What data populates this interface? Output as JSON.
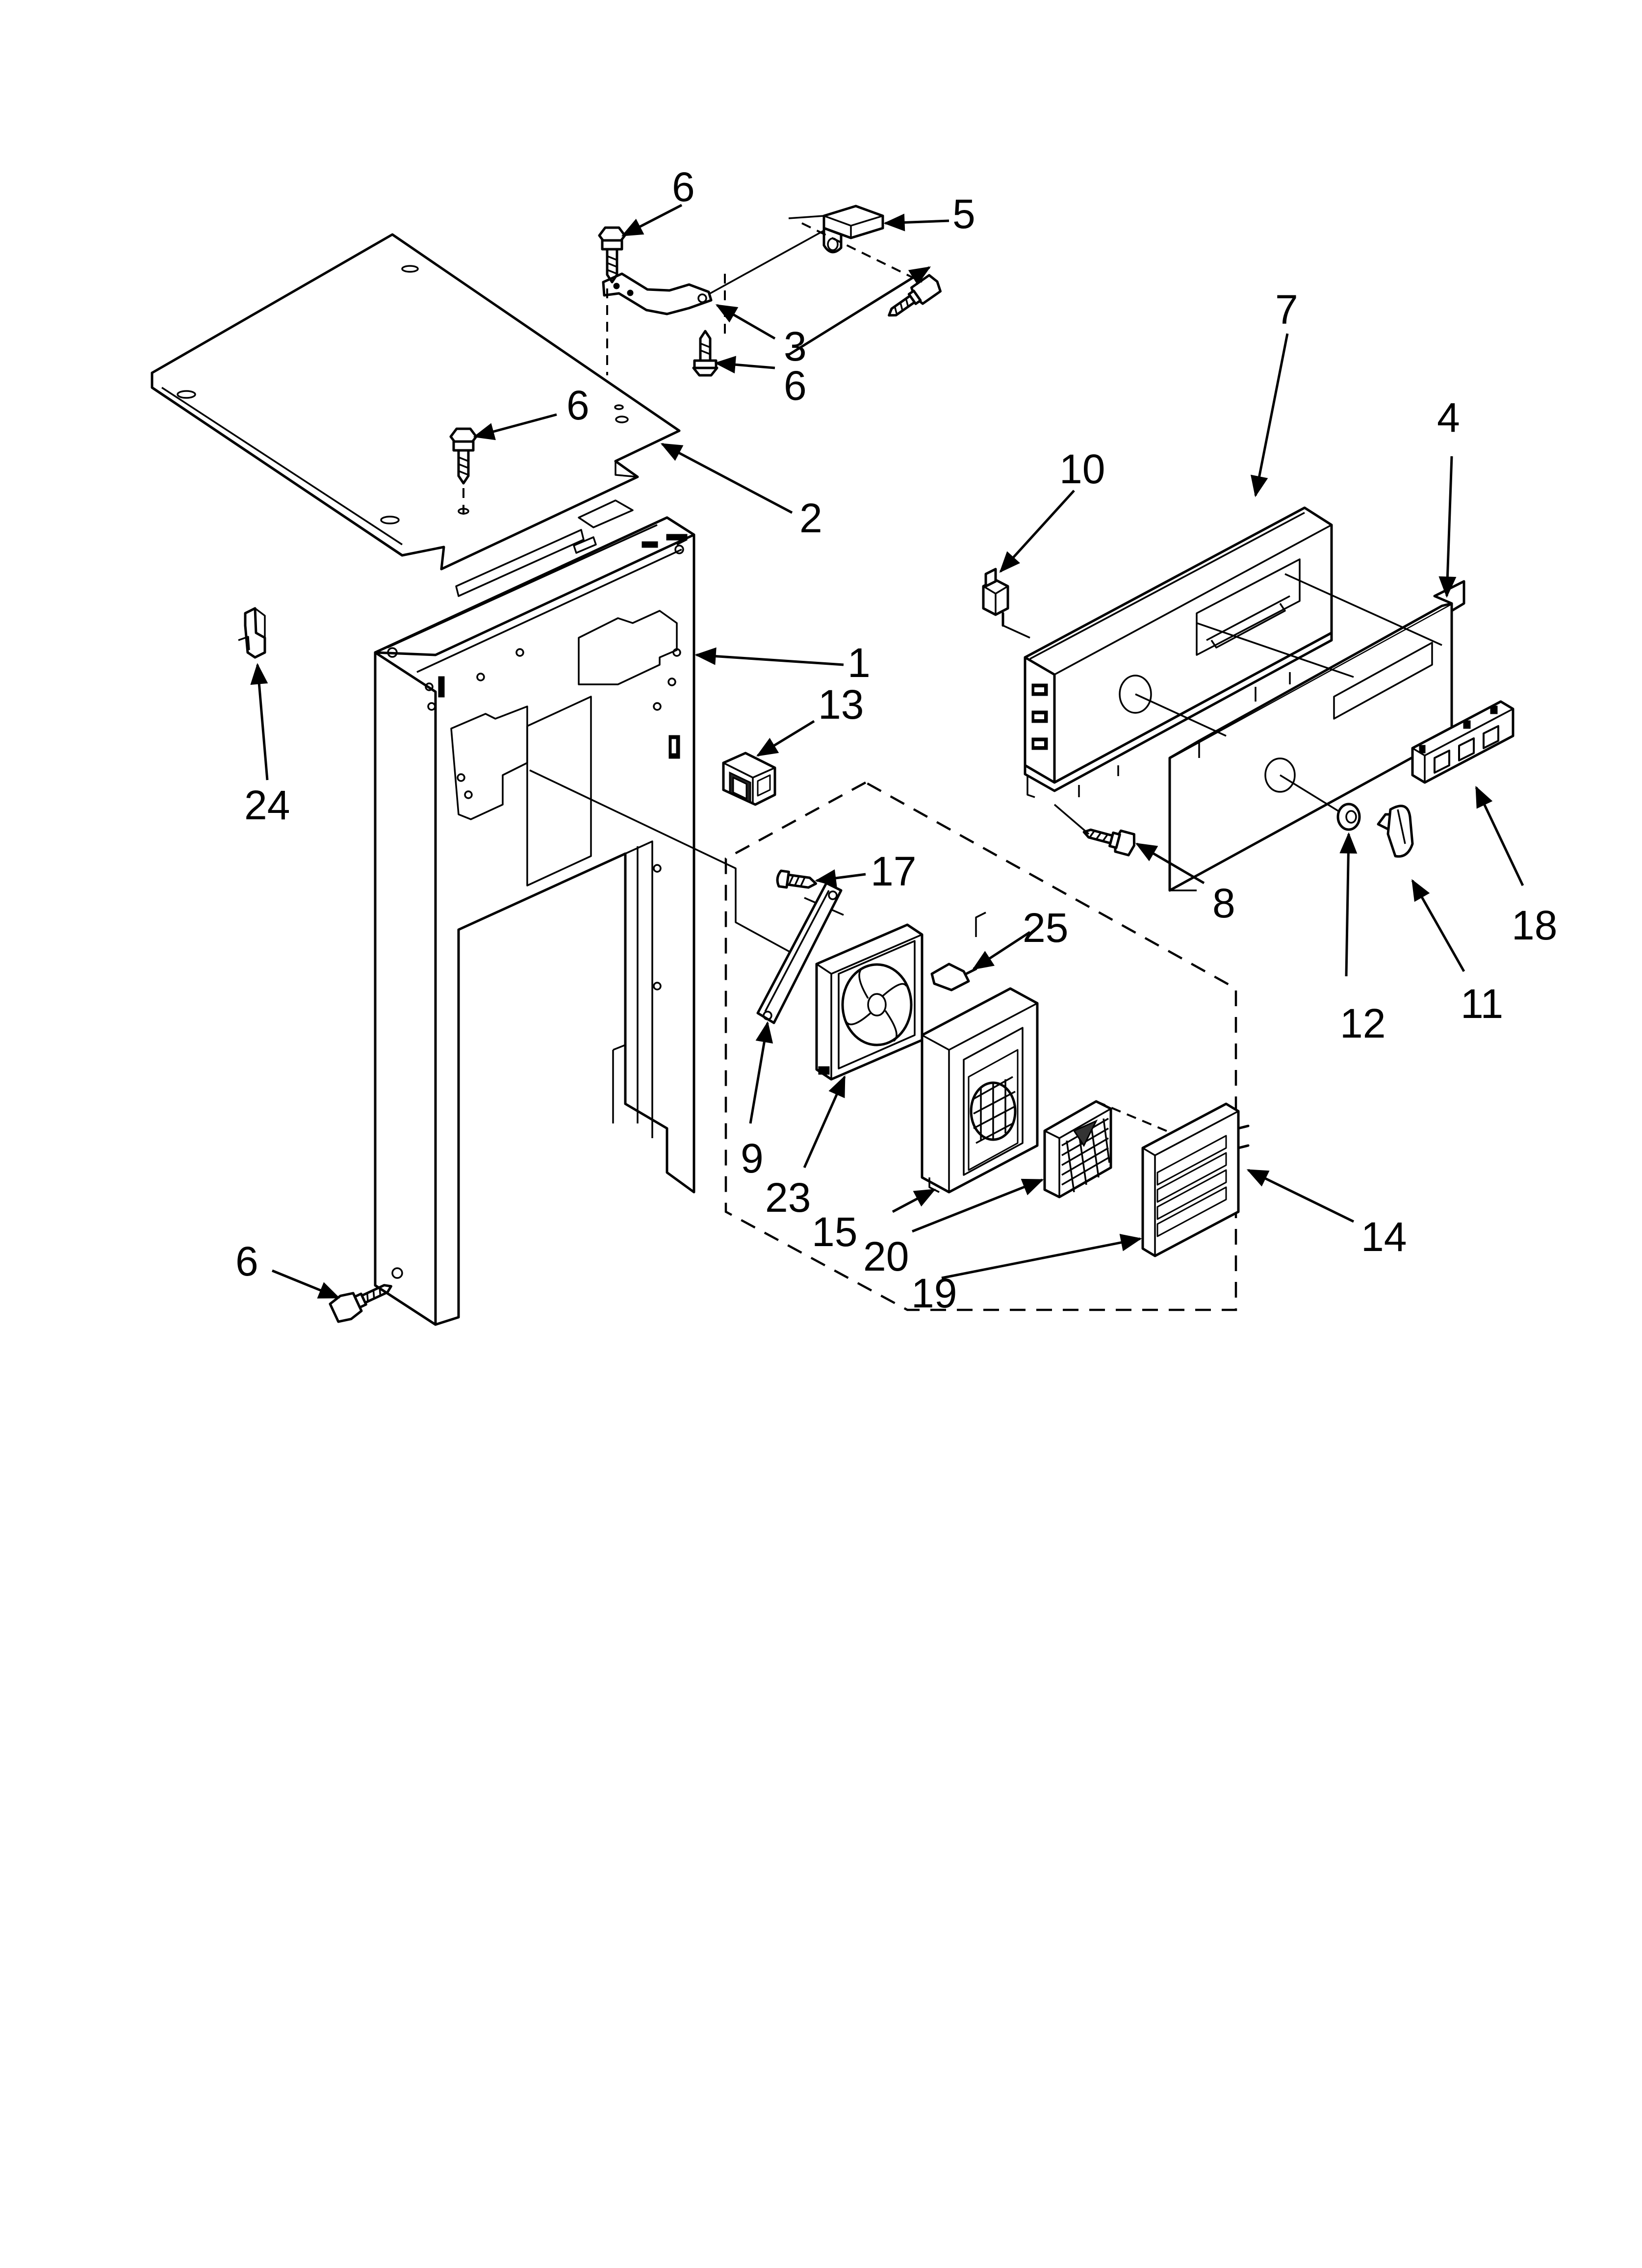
{
  "labels": {
    "p1": "1",
    "p2": "2",
    "p3": "3",
    "p4": "4",
    "p5": "5",
    "p6a": "6",
    "p6b": "6",
    "p6c": "6",
    "p6d": "6",
    "p7": "7",
    "p8": "8",
    "p9": "9",
    "p10": "10",
    "p11": "11",
    "p12": "12",
    "p13": "13",
    "p14": "14",
    "p15": "15",
    "p17": "17",
    "p18": "18",
    "p19": "19",
    "p20": "20",
    "p23": "23",
    "p24": "24",
    "p25": "25"
  }
}
